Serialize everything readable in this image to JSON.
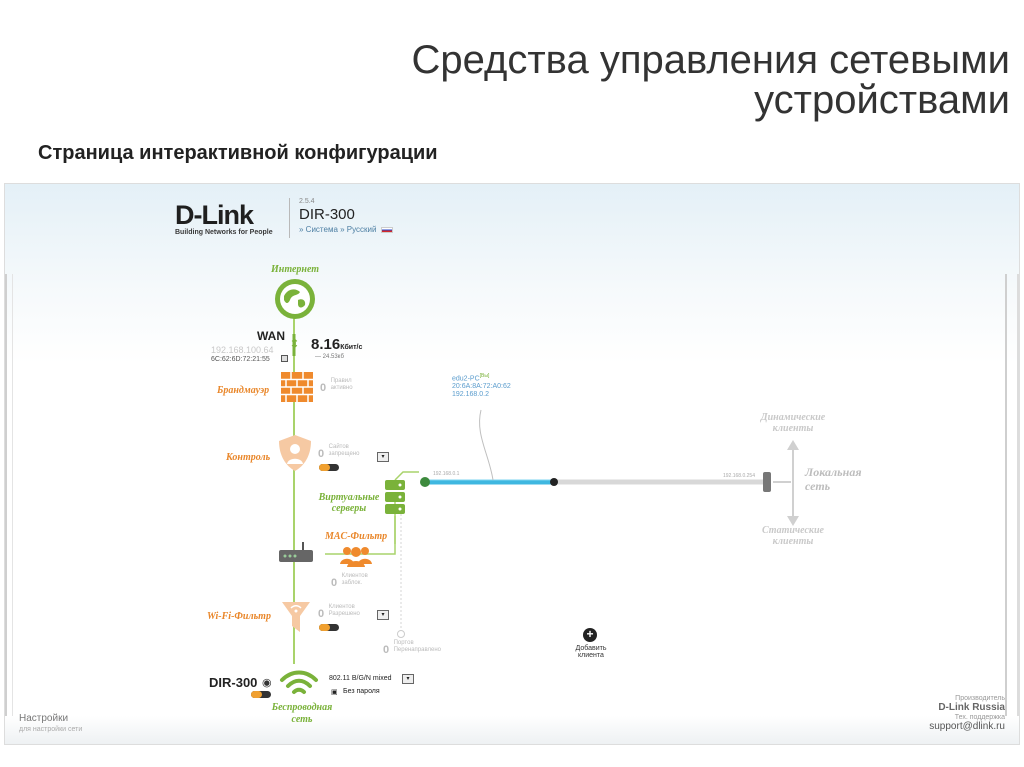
{
  "slide": {
    "title": "Средства управления сетевыми устройствами",
    "subtitle": "Страница интерактивной конфигурации"
  },
  "router": {
    "brand": "D-Link",
    "tagline": "Building Networks for People",
    "version": "2.5.4",
    "model": "DIR-300",
    "menu_system": "» Система",
    "menu_lang": "» Русский"
  },
  "internet": {
    "label": "Интернет"
  },
  "wan": {
    "label": "WAN",
    "ip": "192.168.100.64",
    "mac": "6C:62:6D:72:21:55",
    "speed_value": "8.16",
    "speed_unit": "Кбит/с",
    "speed_secondary": "— 24.53кб"
  },
  "firewall": {
    "label": "Брандмауэр",
    "count": "0",
    "sub1": "Правил",
    "sub2": "активно"
  },
  "control": {
    "label": "Контроль",
    "count": "0",
    "sub1": "Сайтов",
    "sub2": "запрещено"
  },
  "virtual_servers": {
    "label": "Виртуальные серверы"
  },
  "mac_filter": {
    "label": "MAC-Фильтр",
    "count": "0",
    "sub1": "Клиентов",
    "sub2": "заблок."
  },
  "wifi_filter": {
    "label": "Wi-Fi-Фильтр",
    "count": "0",
    "sub1": "Клиентов",
    "sub2": "Разрешено"
  },
  "ports": {
    "count": "0",
    "sub1": "Портов",
    "sub2": "Перенаправлено"
  },
  "wireless": {
    "device": "DIR-300",
    "label": "Беспроводная сеть",
    "mode": "802.11 B/G/N mixed",
    "security": "Без пароля"
  },
  "pc": {
    "name": "edu2-PC",
    "tag": "[Вы]",
    "mac": "20:6A:8A:72:A0:62",
    "ip": "192.168.0.2"
  },
  "lan": {
    "label": "Локальная сеть",
    "dynamic_clients": "Динамические клиенты",
    "static_clients": "Статические клиенты",
    "port_ip_left": "192.168.0.1",
    "port_ip_right": "192.168.0.254"
  },
  "add_client": {
    "label": "Добавить клиента"
  },
  "footer": {
    "settings": "Настройки",
    "settings_sub": "для настройки сети",
    "producer": "Производитель",
    "company": "D-Link Russia",
    "support_label": "Тех. поддержка",
    "support": "support@dlink.ru"
  },
  "colors": {
    "green": "#7ab23a",
    "orange": "#e9872b",
    "cyan": "#3fb7e0",
    "gray_wire": "#c9c9c9"
  }
}
